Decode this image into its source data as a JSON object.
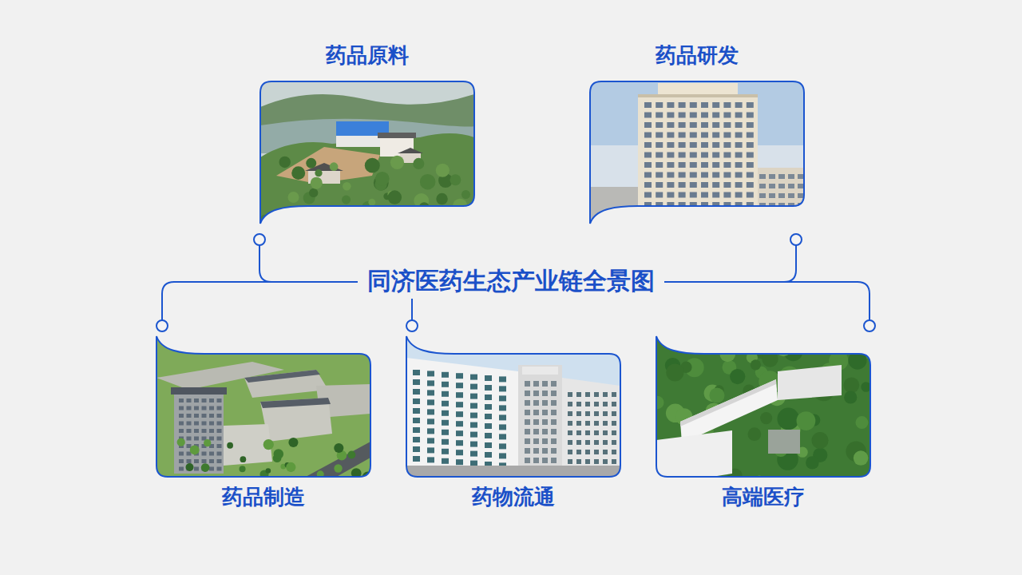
{
  "diagram": {
    "title": "同济医药生态产业链全景图",
    "nodes": [
      {
        "text": [
          "药品原料"
        ]
      },
      {
        "text": [
          "药品研发"
        ]
      },
      {
        "text": [
          "药品制造"
        ]
      },
      {
        "text": [
          "药物流通"
        ]
      },
      {
        "text": [
          "高端医疗"
        ]
      }
    ]
  }
}
